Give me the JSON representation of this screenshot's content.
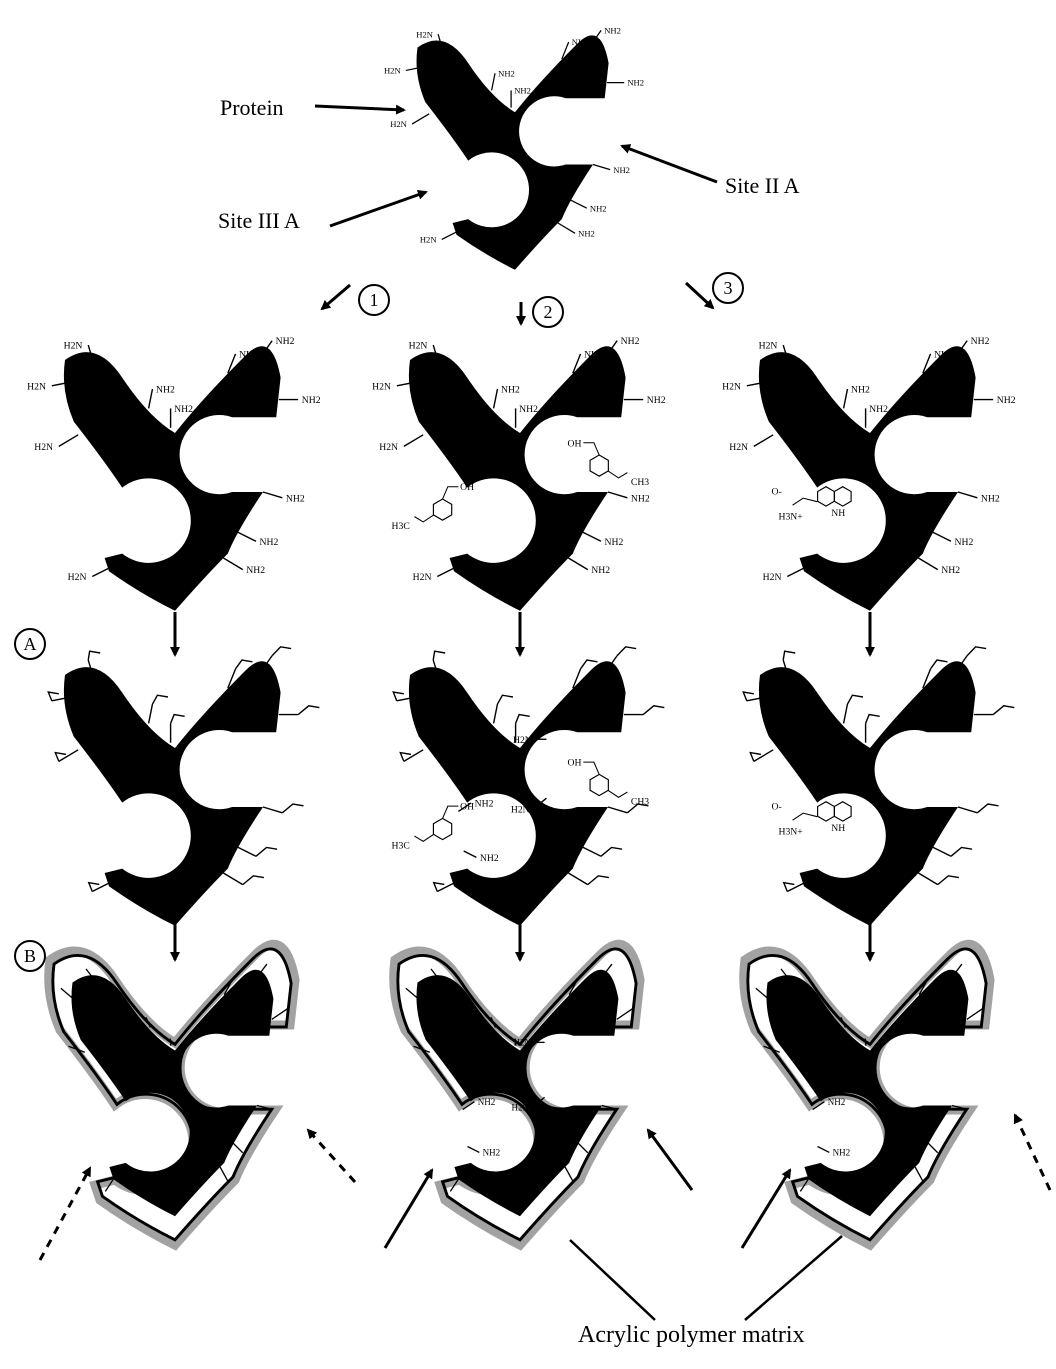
{
  "labels": {
    "protein": "Protein",
    "site_2a": "Site II A",
    "site_3a": "Site III A",
    "matrix": "Acrylic polymer matrix"
  },
  "steps": {
    "s1": "1",
    "s2": "2",
    "s3": "3",
    "a": "A",
    "b": "B"
  },
  "groups": {
    "amine": "NH2",
    "amine_left": "H2N",
    "acid": "OH",
    "methyl": "H3C",
    "methyl_right": "CH3",
    "amine_plus": "H3N+",
    "ring_nh": "NH",
    "oxide": "O-"
  }
}
